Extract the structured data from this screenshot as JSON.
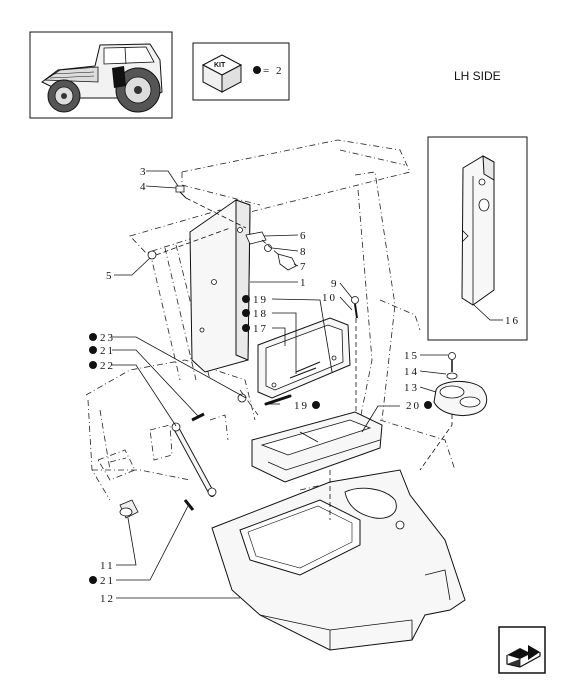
{
  "header": {
    "side_label": "LH SIDE",
    "kit_icon_label": "KIT",
    "kit_ref": "= 2"
  },
  "callouts": {
    "c3": "3",
    "c4": "4",
    "c5": "5",
    "c6": "6",
    "c8": "8",
    "c7": "7",
    "c1": "1",
    "c9": "9",
    "c10": "10",
    "c19a": "19",
    "c18": "18",
    "c17": "17",
    "c23": "23",
    "c21a": "21",
    "c22": "22",
    "c19b": "19",
    "c20": "20",
    "c15": "15",
    "c14": "14",
    "c13": "13",
    "c16": "16",
    "c11": "11",
    "c21b": "21",
    "c12": "12"
  },
  "icons": {
    "tractor": "tractor-thumbnail-icon",
    "kit": "kit-box-icon",
    "next": "next-page-arrow-icon"
  },
  "colors": {
    "ink": "#111111",
    "paper": "#ffffff"
  }
}
